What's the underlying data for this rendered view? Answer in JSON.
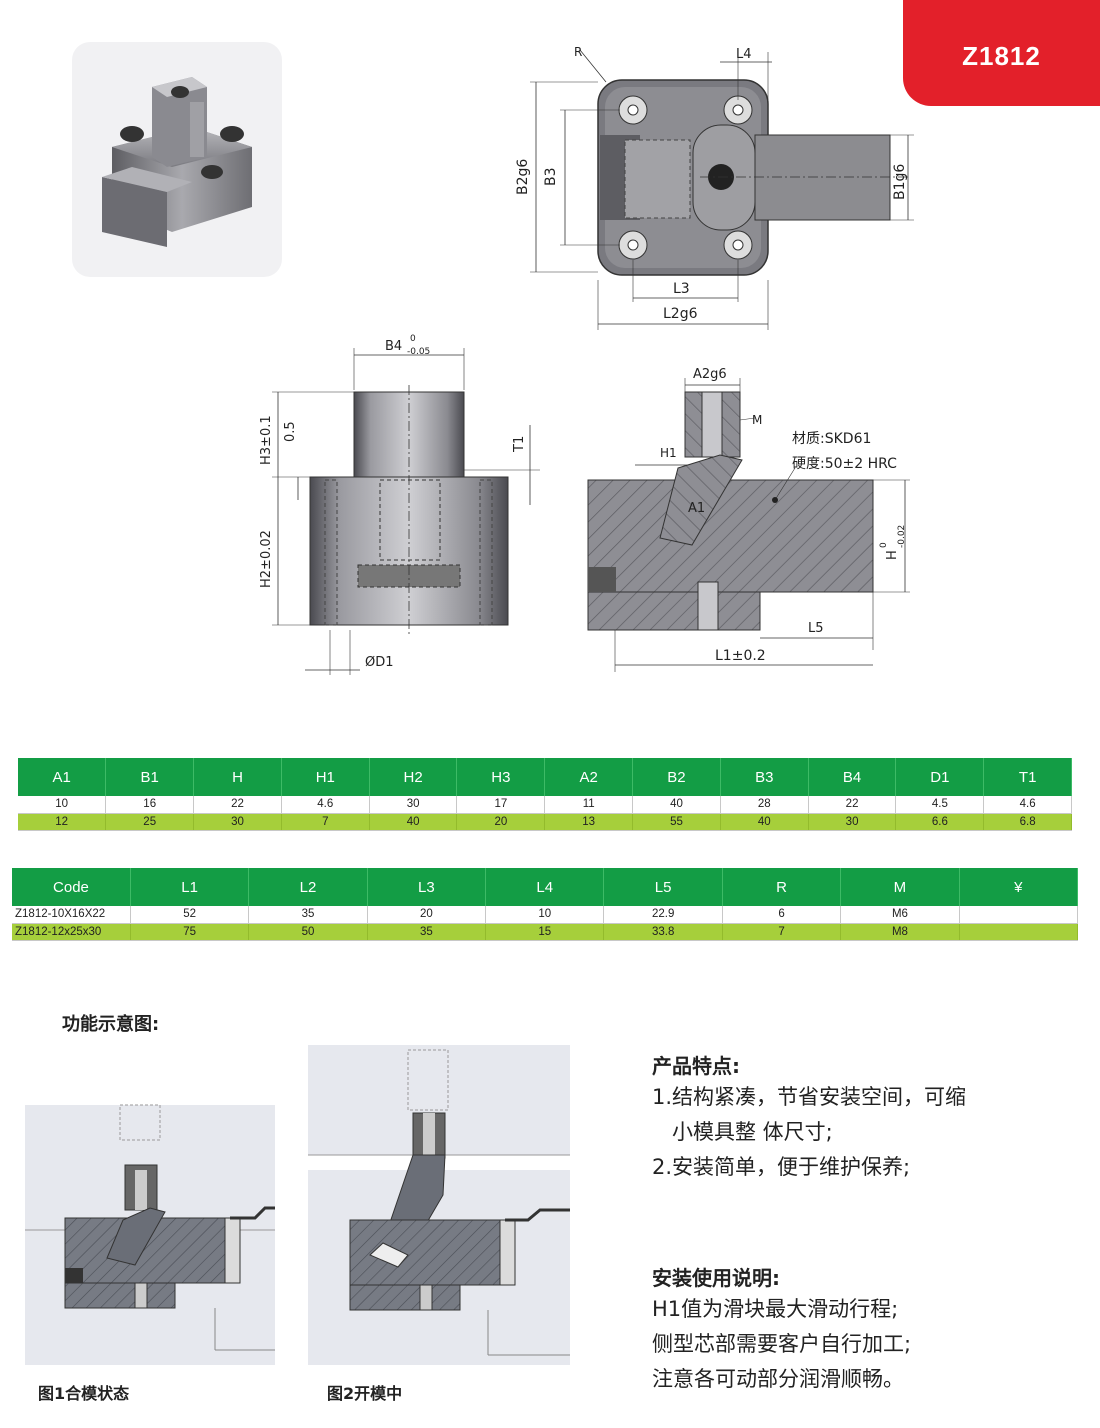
{
  "header": {
    "code": "Z1812"
  },
  "labels": {
    "top_view": {
      "R": "R",
      "L4": "L4",
      "B2g6": "B2g6",
      "B3": "B3",
      "B1g6": "B1g6",
      "L3": "L3",
      "L2g6": "L2g6"
    },
    "side_view": {
      "B4": "B4",
      "B4_tol_upper": "0",
      "B4_tol_lower": "-0.05",
      "H3": "H3±0.1",
      "h05": "0.5",
      "T1": "T1",
      "H2": "H2±0.02",
      "D1": "ØD1"
    },
    "section_view": {
      "A2g6": "A2g6",
      "M": "M",
      "H1": "H1",
      "A1": "A1",
      "H": "H",
      "H_tol_upper": "0",
      "H_tol_lower": "-0.02",
      "L5": "L5",
      "L1": "L1±0.2"
    },
    "material": "材质:SKD61",
    "hardness": "硬度:50±2 HRC"
  },
  "table1": {
    "headers": [
      "A1",
      "B1",
      "H",
      "H1",
      "H2",
      "H3",
      "A2",
      "B2",
      "B3",
      "B4",
      "D1",
      "T1"
    ],
    "rows": [
      [
        "10",
        "16",
        "22",
        "4.6",
        "30",
        "17",
        "11",
        "40",
        "28",
        "22",
        "4.5",
        "4.6"
      ],
      [
        "12",
        "25",
        "30",
        "7",
        "40",
        "20",
        "13",
        "55",
        "40",
        "30",
        "6.6",
        "6.8"
      ]
    ]
  },
  "table2": {
    "headers": [
      "Code",
      "L1",
      "L2",
      "L3",
      "L4",
      "L5",
      "R",
      "M",
      "¥"
    ],
    "rows": [
      [
        "Z1812-10X16X22",
        "52",
        "35",
        "20",
        "10",
        "22.9",
        "6",
        "M6",
        ""
      ],
      [
        "Z1812-12x25x30",
        "75",
        "50",
        "35",
        "15",
        "33.8",
        "7",
        "M8",
        ""
      ]
    ]
  },
  "function": {
    "title": "功能示意图:",
    "fig1_caption": "图1合模状态",
    "fig2_caption": "图2开模中"
  },
  "features": {
    "title": "产品特点:",
    "item1_line1": "1.结构紧凑，节省安装空间，可缩",
    "item1_line2": "小模具整 体尺寸;",
    "item2": "2.安装简单，便于维护保养;"
  },
  "instructions": {
    "title": "安装使用说明:",
    "line1": "H1值为滑块最大滑动行程;",
    "line2": "侧型芯部需要客户自行加工;",
    "line3": "注意各可动部分润滑顺畅。"
  },
  "colors": {
    "code_tab": "#e3202a",
    "table_header": "#139d45",
    "table_alt_row": "#a6cf3b"
  }
}
